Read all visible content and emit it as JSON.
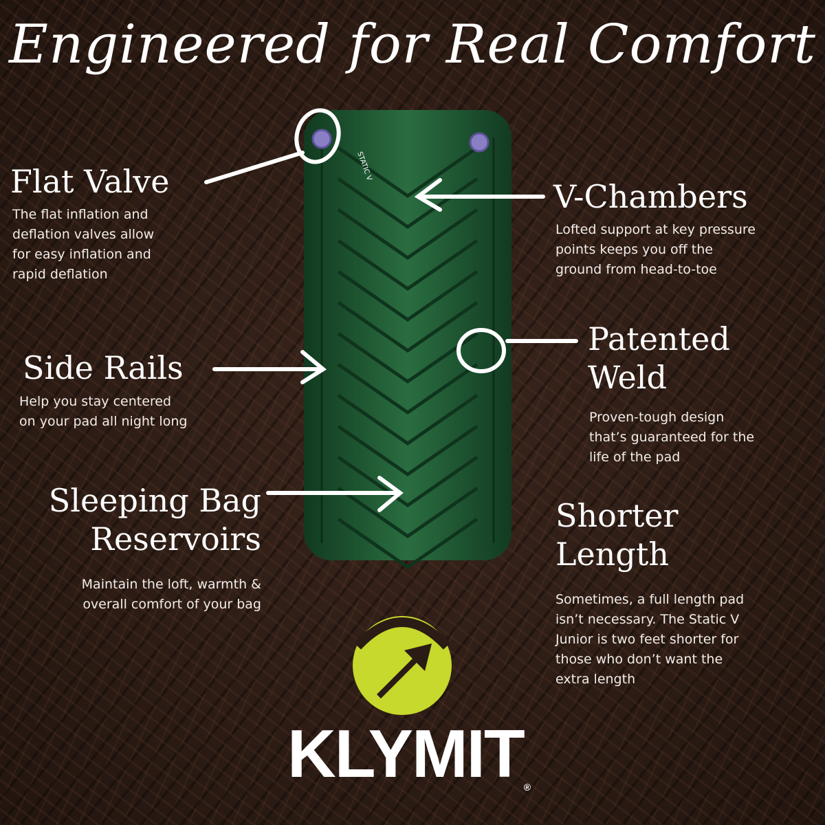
{
  "title": "Engineered for Real Comfort",
  "features": {
    "flat_valve": {
      "heading": "Flat Valve",
      "body": [
        "The flat inflation and",
        "deflation valves allow",
        "for easy inflation and",
        "rapid deflation"
      ]
    },
    "v_chambers": {
      "heading": "V-Chambers",
      "body": [
        "Lofted support at key pressure",
        "points keeps you off the",
        "ground from head-to-toe"
      ]
    },
    "side_rails": {
      "heading": "Side Rails",
      "body": [
        "Help you stay centered",
        "on your pad all night long"
      ]
    },
    "patented_weld": {
      "heading": [
        "Patented",
        "Weld"
      ],
      "body": [
        "Proven-tough design",
        "that’s guaranteed for the",
        "life of the pad"
      ]
    },
    "sleeping_bag": {
      "heading": [
        "Sleeping Bag",
        "Reservoirs"
      ],
      "body": [
        "Maintain the loft, warmth &",
        "overall comfort of your bag"
      ]
    },
    "shorter_length": {
      "heading": [
        "Shorter",
        "Length"
      ],
      "body": [
        "Sometimes, a full length pad",
        "isn’t necessary. The Static V",
        "Junior is two feet shorter for",
        "those who don’t want the",
        "extra length"
      ]
    }
  },
  "brand": {
    "name": "KLYMIT",
    "reg": "®",
    "product_print": "STATIC V"
  },
  "colors": {
    "pad": "#1f5a34",
    "logo_accent": "#c6d92c",
    "valve": "#8a7fc4"
  }
}
